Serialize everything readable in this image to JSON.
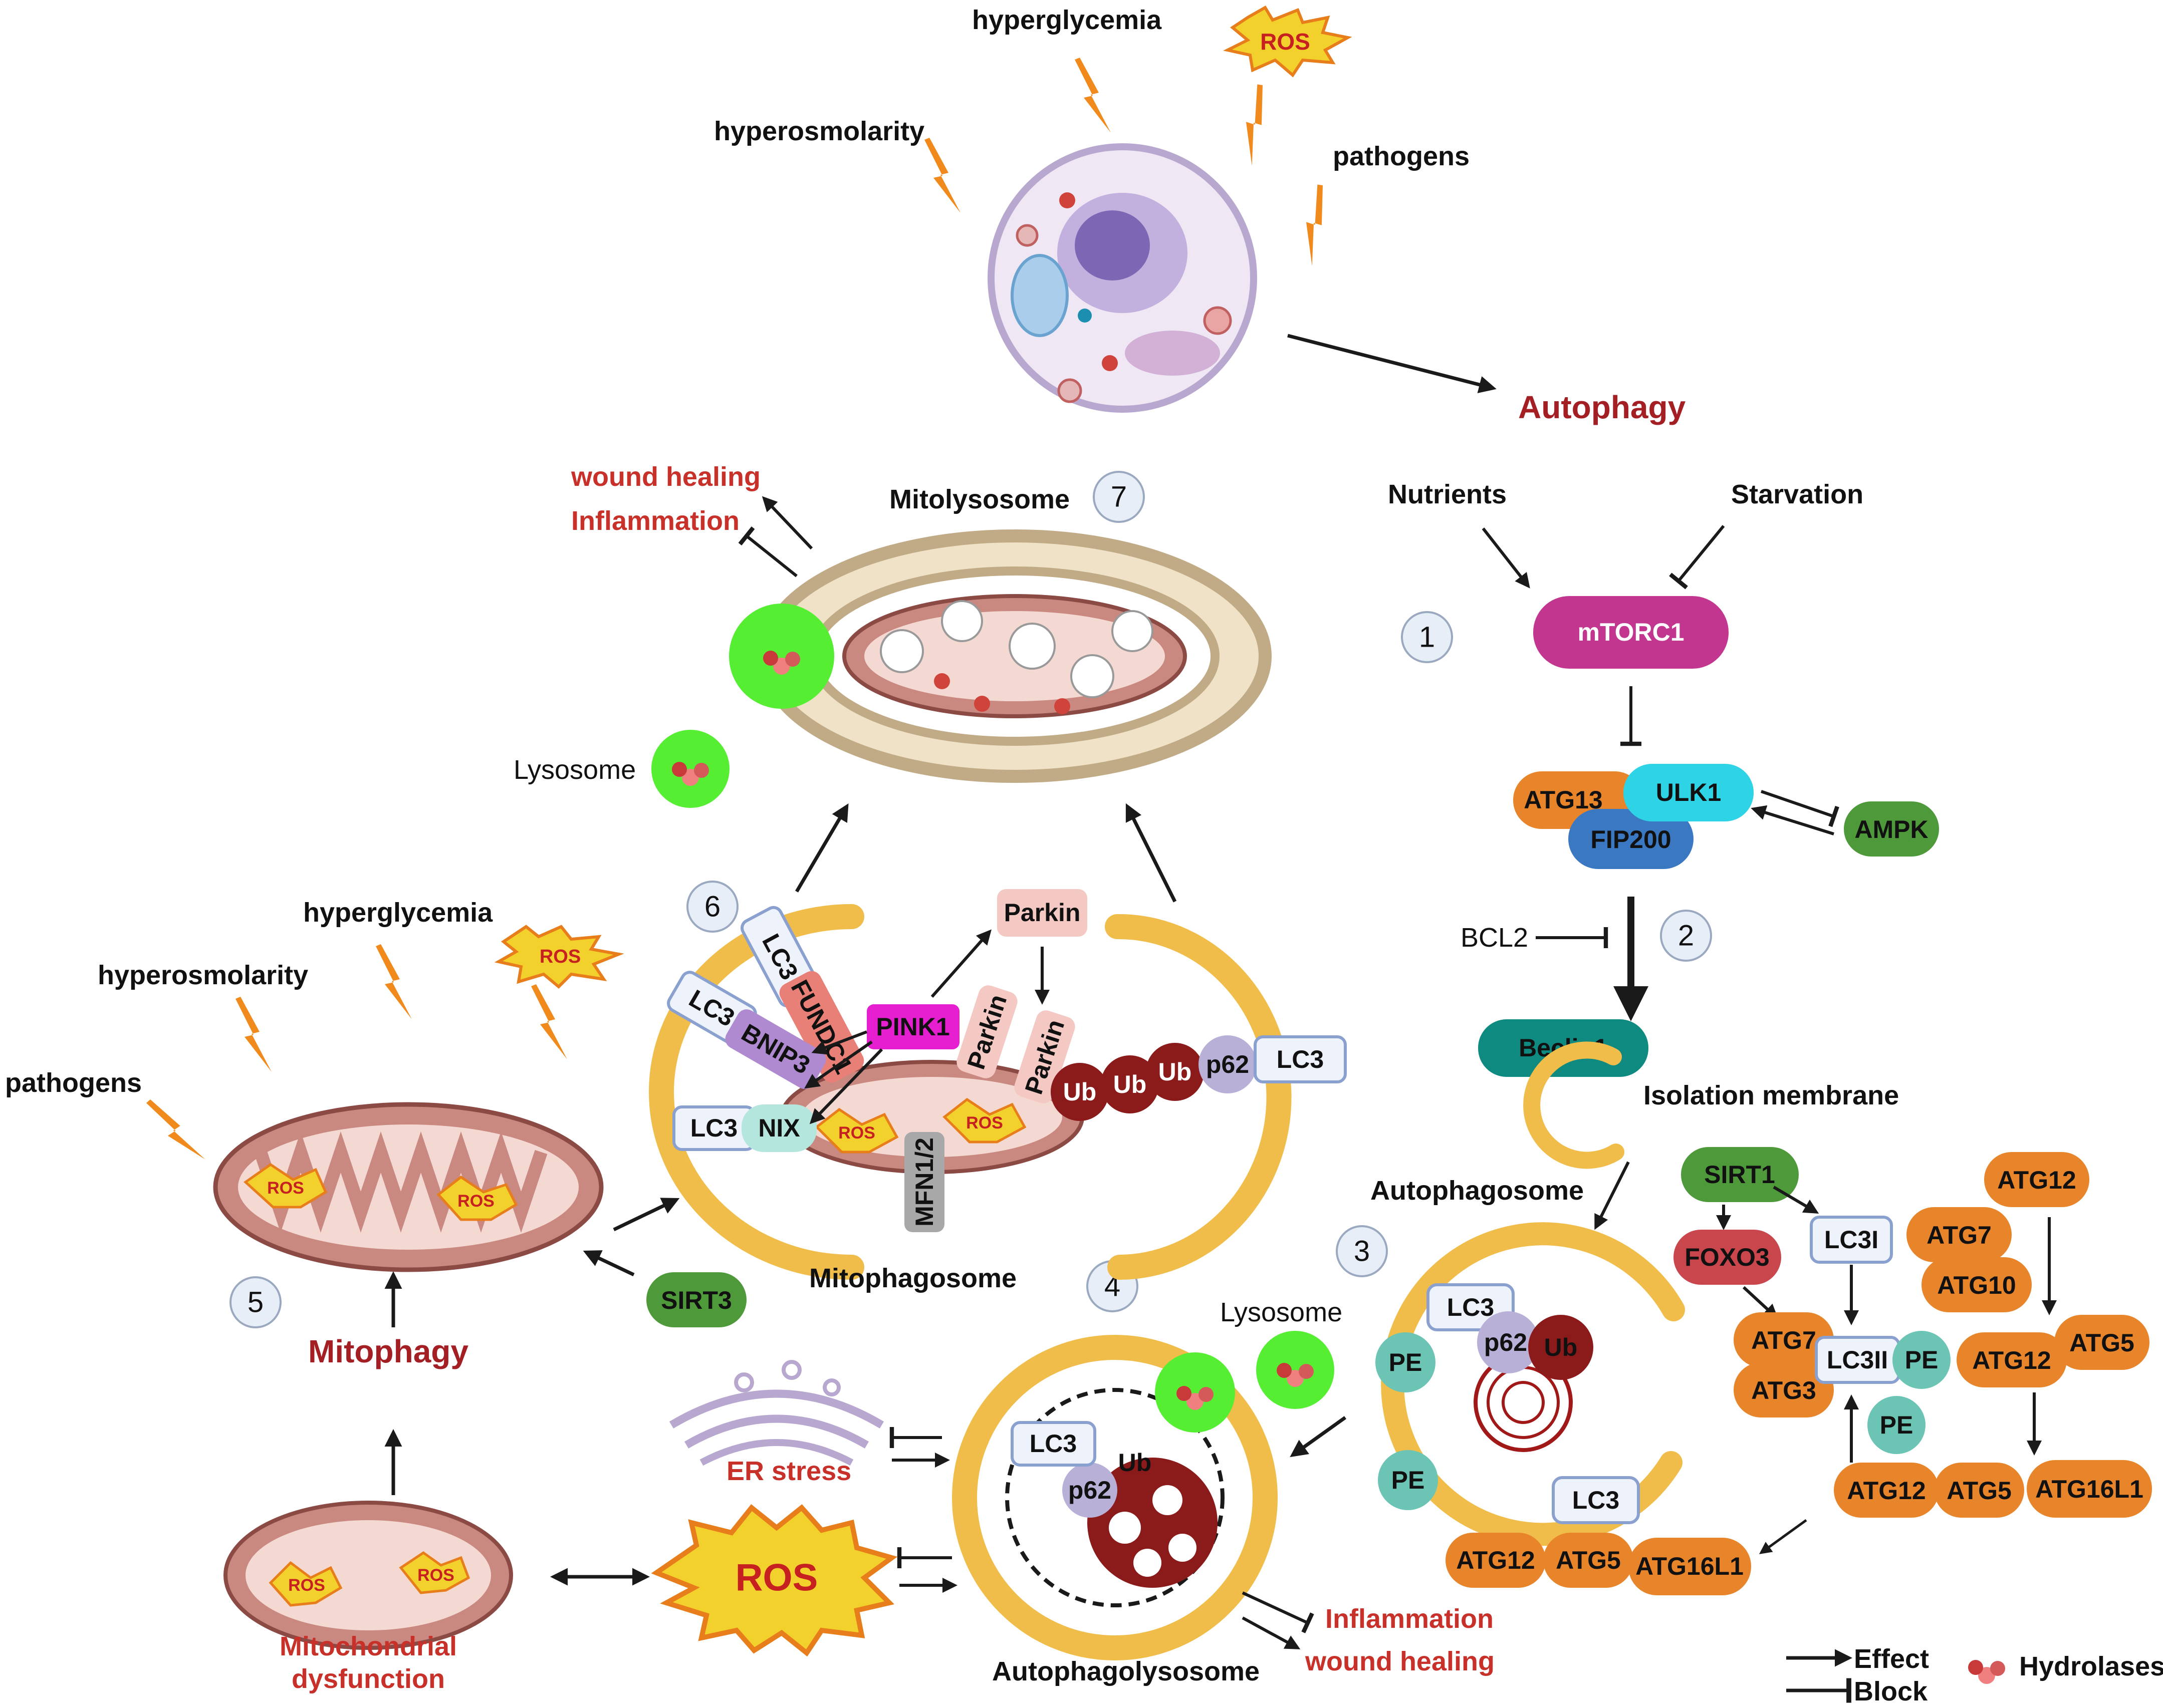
{
  "stressors": {
    "hyperglycemia": "hyperglycemia",
    "hyperosmolarity": "hyperosmolarity",
    "pathogens": "pathogens",
    "ros": "ROS"
  },
  "titles": {
    "autophagy": "Autophagy",
    "mitophagy": "Mitophagy",
    "mitolysosome": "Mitolysosome",
    "mitophagosome": "Mitophagosome",
    "autophagosome": "Autophagosome",
    "autophagolysosome": "Autophagolysosome",
    "isolation_membrane": "Isolation membrane",
    "lysosome": "Lysosome",
    "mito_dysfunction_1": "Mitochondrial",
    "mito_dysfunction_2": "dysfunction",
    "er_stress": "ER stress"
  },
  "outcomes": {
    "wound_healing": "wound healing",
    "inflammation": "Inflammation"
  },
  "signals": {
    "nutrients": "Nutrients",
    "starvation": "Starvation",
    "bcl2": "BCL2"
  },
  "steps": [
    "1",
    "2",
    "3",
    "4",
    "5",
    "6",
    "7"
  ],
  "proteins": {
    "mtorc1": "mTORC1",
    "atg13": "ATG13",
    "ulk1": "ULK1",
    "fip200": "FIP200",
    "ampk": "AMPK",
    "beclin1": "Beclin1",
    "sirt1": "SIRT1",
    "sirt3": "SIRT3",
    "foxo3": "FOXO3",
    "lc3": "LC3",
    "lc3i": "LC3I",
    "lc3ii": "LC3II",
    "pe": "PE",
    "atg12": "ATG12",
    "atg7": "ATG7",
    "atg10": "ATG10",
    "atg5": "ATG5",
    "atg3": "ATG3",
    "atg16l1": "ATG16L1",
    "p62": "p62",
    "ub": "Ub",
    "parkin": "Parkin",
    "pink1": "PINK1",
    "fundc1": "FUNDC1",
    "bnip3": "BNIP3",
    "nix": "NIX",
    "mfn12": "MFN1/2"
  },
  "legend": {
    "effect": "Effect",
    "block": "Block",
    "hydrolases": "Hydrolases"
  },
  "colors": {
    "mtorc1": "#c2368f",
    "orange_protein": "#e8852a",
    "ulk1": "#2fd3e6",
    "fip200": "#3a78c2",
    "green_protein": "#4e9a3a",
    "beclin1": "#0f8a80",
    "foxo3": "#c9464d",
    "pe": "#6cc4b4",
    "ub": "#8b1a1a",
    "p62": "#b9b0d8",
    "pink1": "#e51fd0",
    "lysosome": "#55ee33",
    "membrane": "#f0bd4a",
    "mitochondrion": "#c98880",
    "accent_red": "#a31f24"
  }
}
